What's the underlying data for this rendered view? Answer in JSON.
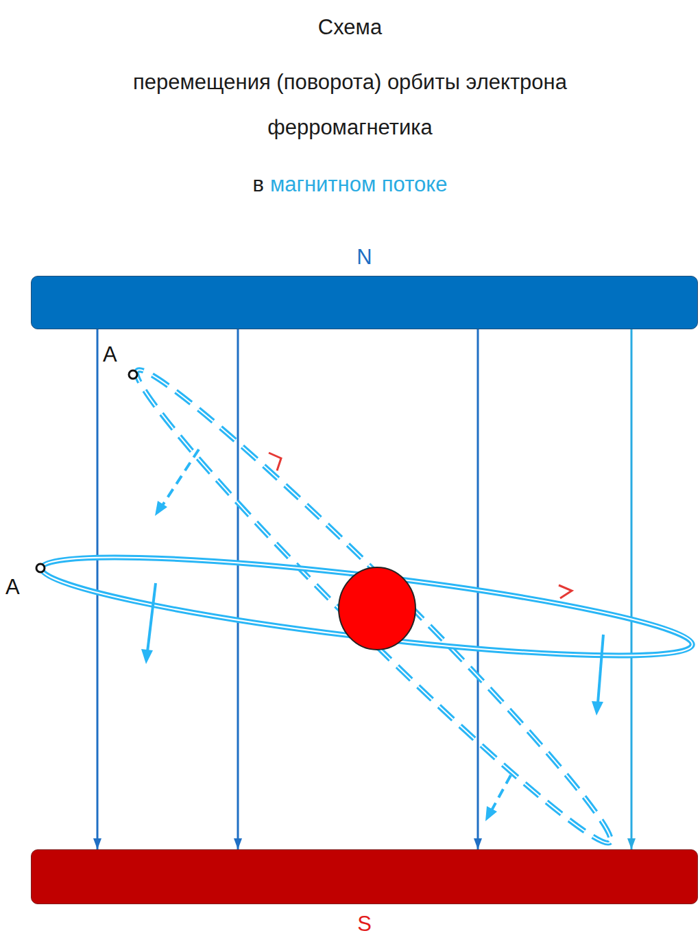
{
  "diagram": {
    "title": "Схема",
    "nodes": [
      {
        "text": [
          "N"
        ]
      },
      {
        "text": [
          "S"
        ]
      }
    ],
    "edges": [
      {
        "from": 0,
        "to": 1,
        "arrow": "to"
      },
      {
        "from": 0,
        "to": 1,
        "arrow": "to"
      },
      {
        "from": 0,
        "to": 1,
        "arrow": "to"
      },
      {
        "from": 0,
        "to": 1,
        "arrow": "to"
      }
    ],
    "labels": [
      "перемещения (поворота) орбиты электрона ферромагнетика",
      "в",
      "магнитном потоке",
      "A",
      "A"
    ]
  }
}
